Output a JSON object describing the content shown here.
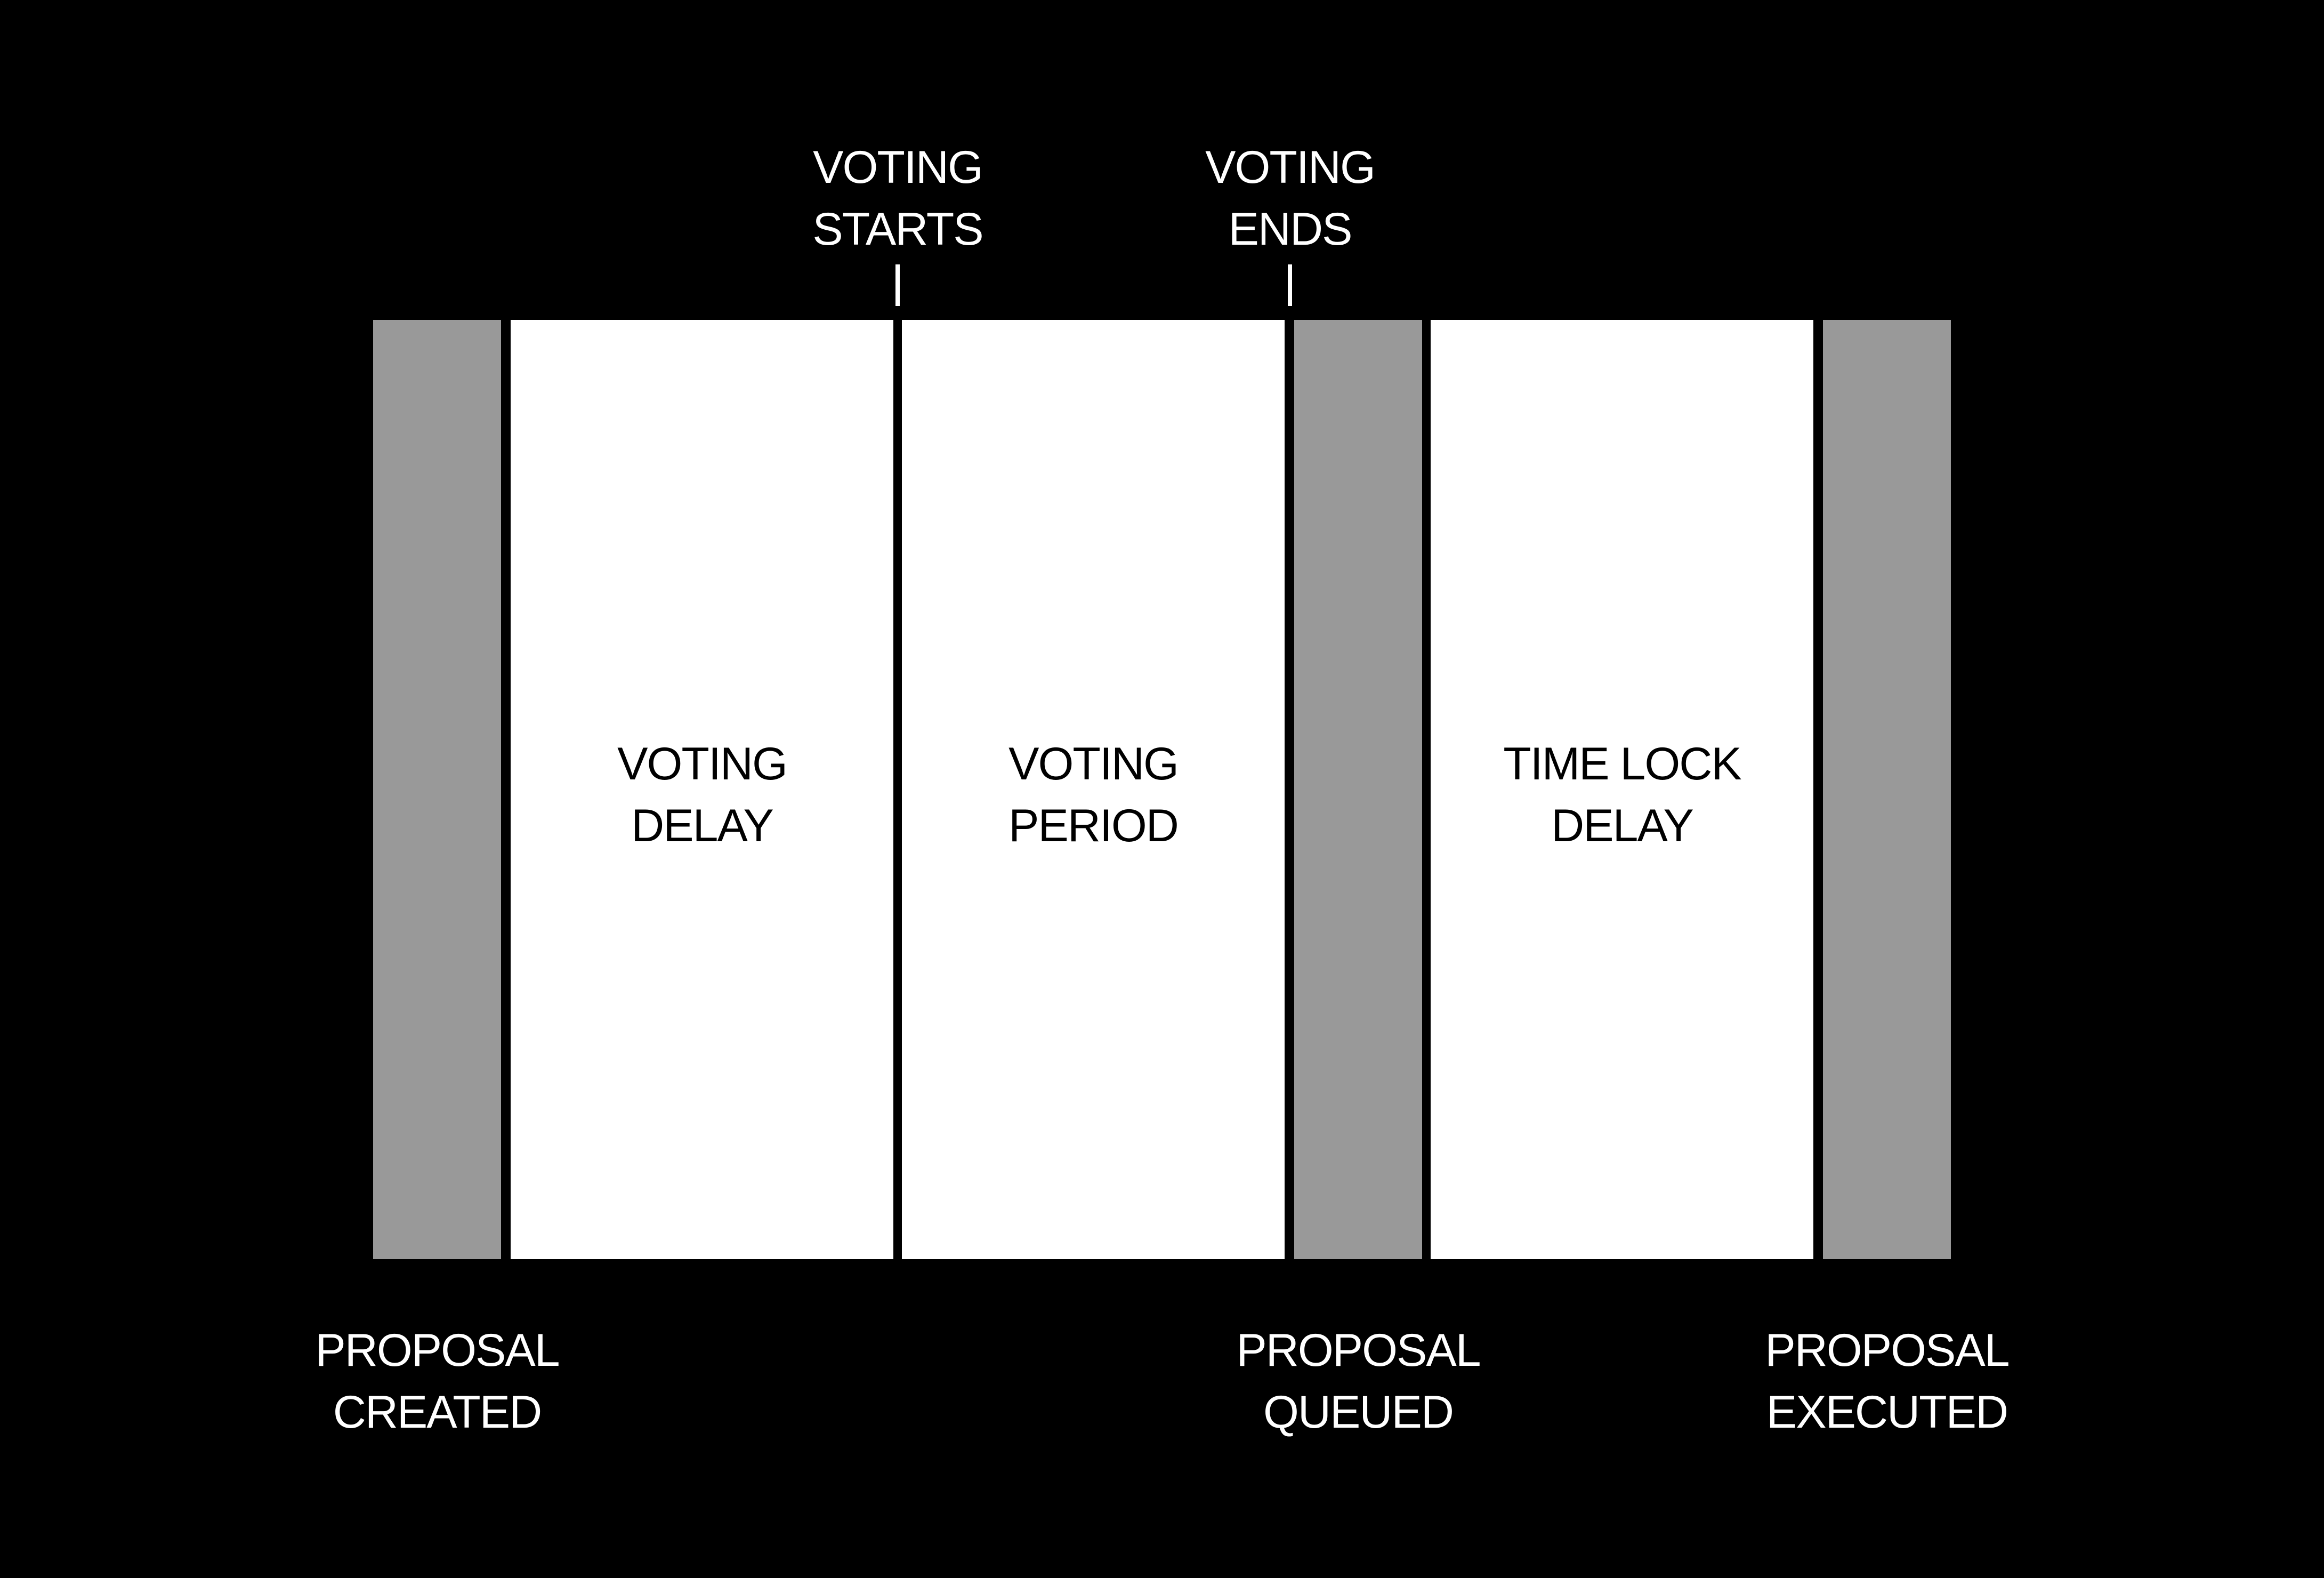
{
  "blocks": {
    "proposal_created_bar": {
      "color": "#999999"
    },
    "voting_delay": {
      "line1": "VOTING",
      "line2": "DELAY",
      "color": "#ffffff"
    },
    "voting_period": {
      "line1": "VOTING",
      "line2": "PERIOD",
      "color": "#ffffff"
    },
    "proposal_queued_bar": {
      "color": "#999999"
    },
    "time_lock_delay": {
      "line1": "TIME LOCK",
      "line2": "DELAY",
      "color": "#ffffff"
    },
    "proposal_executed_bar": {
      "color": "#999999"
    }
  },
  "markers": {
    "voting_starts": {
      "line1": "VOTING",
      "line2": "STARTS"
    },
    "voting_ends": {
      "line1": "VOTING",
      "line2": "ENDS"
    }
  },
  "events": {
    "created": {
      "line1": "PROPOSAL",
      "line2": "CREATED"
    },
    "queued": {
      "line1": "PROPOSAL",
      "line2": "QUEUED"
    },
    "executed": {
      "line1": "PROPOSAL",
      "line2": "EXECUTED"
    }
  },
  "colors": {
    "background": "#000000",
    "event_bar": "#999999",
    "phase_block": "#ffffff",
    "text_on_dark": "#ffffff",
    "text_on_light": "#000000"
  }
}
